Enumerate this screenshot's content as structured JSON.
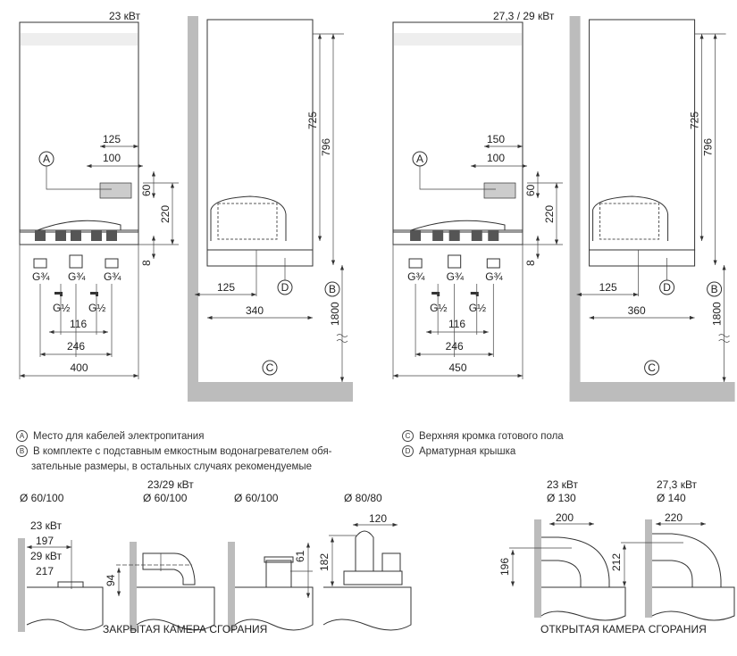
{
  "panels": [
    {
      "title": "23 кВт",
      "front": {
        "d125": "125",
        "d100": "100",
        "d60": "60",
        "d220": "220",
        "d8": "8",
        "g1": "G¾",
        "g2": "G¾",
        "g3": "G¾",
        "g4": "G½",
        "g5": "G½",
        "d116": "116",
        "d246": "246",
        "width": "400"
      },
      "side": {
        "d725": "725",
        "d796": "796",
        "d1800": "1800",
        "d125": "125",
        "depth": "340"
      }
    },
    {
      "title": "27,3 / 29 кВт",
      "front": {
        "d125": "150",
        "d100": "100",
        "d60": "60",
        "d220": "220",
        "d8": "8",
        "g1": "G¾",
        "g2": "G¾",
        "g3": "G¾",
        "g4": "G½",
        "g5": "G½",
        "d116": "116",
        "d246": "246",
        "width": "450"
      },
      "side": {
        "d725": "725",
        "d796": "796",
        "d1800": "1800",
        "d125": "125",
        "depth": "360"
      }
    }
  ],
  "markers": {
    "a": "A",
    "b": "B",
    "c": "C",
    "d": "D"
  },
  "legend": {
    "a": "Место для кабелей электропитания",
    "b1": "В комплекте с подставным емкостным водонагревателем обя-",
    "b2": "зательные размеры, в остальных случаях рекомендуемые",
    "c": "Верхняя кромка готового пола",
    "d": "Арматурная крышка"
  },
  "flues": {
    "closed_title": "ЗАКРЫТАЯ КАМЕРА СГОРАНИЯ",
    "open_title": "ОТКРЫТАЯ КАМЕРА СГОРАНИЯ",
    "f1": {
      "dia": "Ø 60/100",
      "p1": "23 кВт",
      "v1": "197",
      "p2": "29 кВт",
      "v2": "217"
    },
    "f2": {
      "power": "23/29 кВт",
      "dia": "Ø 60/100",
      "h": "94"
    },
    "f3": {
      "dia": "Ø 60/100",
      "h": "61"
    },
    "f4": {
      "dia": "Ø 80/80",
      "w": "120",
      "h": "182"
    },
    "f5": {
      "power": "23 кВт",
      "dia": "Ø 130",
      "w": "200",
      "h": "196"
    },
    "f6": {
      "power": "27,3 кВт",
      "dia": "Ø 140",
      "w": "220",
      "h": "212"
    }
  }
}
